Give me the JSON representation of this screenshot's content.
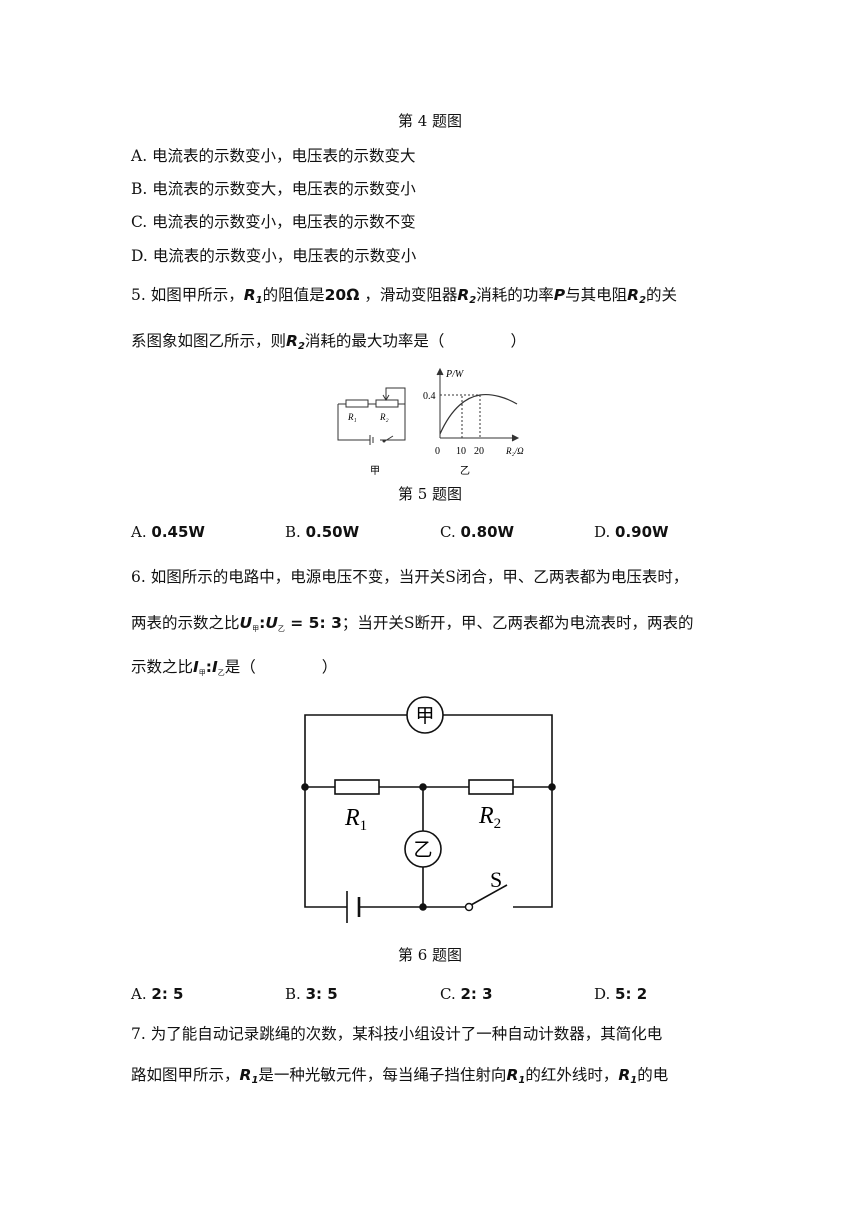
{
  "q4": {
    "caption": "第 4 题图",
    "options": [
      "A. 电流表的示数变小，电压表的示数变大",
      "B. 电流表的示数变大，电压表的示数变小",
      "C. 电流表的示数变小，电压表的示数不变",
      "D. 电流表的示数变小，电压表的示数变小"
    ]
  },
  "q5": {
    "line1": {
      "a": "5. 如图甲所示，",
      "r1": "R",
      "r1sub": "1",
      "b": "的阻值是",
      "val": "20Ω",
      "c": " ，滑动变阻器",
      "r2": "R",
      "r2sub": "2",
      "d": "消耗的功率",
      "p": "P",
      "e": "与其电阻",
      "r2b": "R",
      "r2bsub": "2",
      "f": "的关"
    },
    "line2": {
      "a": "系图象如图乙所示，则",
      "r2": "R",
      "r2sub": "2",
      "b": "消耗的最大功率是（",
      "c": "）"
    },
    "figure": {
      "jia_label": "甲",
      "yi_label": "乙",
      "r1_label": "R₁",
      "r2_label": "R₂",
      "y_axis_label": "P/W",
      "x_axis_label": "R₂/Ω",
      "y_tick": "0.4",
      "origin": "0",
      "x_ticks": [
        "10",
        "20"
      ]
    },
    "caption": "第 5 题图",
    "options": [
      "A.",
      "0.45W",
      "B.",
      "0.50W",
      "C.",
      "0.80W",
      "D.",
      "0.90W"
    ]
  },
  "q6": {
    "line1": "6. 如图所示的电路中，电源电压不变，当开关S闭合，甲、乙两表都为电压表时，",
    "line2": {
      "a": "两表的示数之比",
      "u1": "U",
      "u1sub": "甲",
      "colon": ":",
      "u2": "U",
      "u2sub": "乙",
      "eq": " = 5: 3",
      "b": "；当开关S断开，甲、乙两表都为电流表时，两表的"
    },
    "line3": {
      "a": "示数之比",
      "i1": "I",
      "i1sub": "甲",
      "colon": ":",
      "i2": "I",
      "i2sub": "乙",
      "b": "是（",
      "c": "）"
    },
    "figure": {
      "meter_jia": "甲",
      "meter_yi": "乙",
      "r1": "R",
      "r1sub": "1",
      "r2": "R",
      "r2sub": "2",
      "switch": "S"
    },
    "caption": "第 6 题图",
    "options": [
      "A.",
      "2: 5",
      "B.",
      "3: 5",
      "C.",
      "2: 3",
      "D.",
      "5: 2"
    ]
  },
  "q7": {
    "line1": "7. 为了能自动记录跳绳的次数，某科技小组设计了一种自动计数器，其简化电",
    "line2": {
      "a": "路如图甲所示，",
      "r1": "R",
      "r1sub": "1",
      "b": "是一种光敏元件，每当绳子挡住射向",
      "r1b": "R",
      "r1bsub": "1",
      "c": "的红外线时，",
      "r1c": "R",
      "r1csub": "1",
      "d": "的电"
    }
  }
}
